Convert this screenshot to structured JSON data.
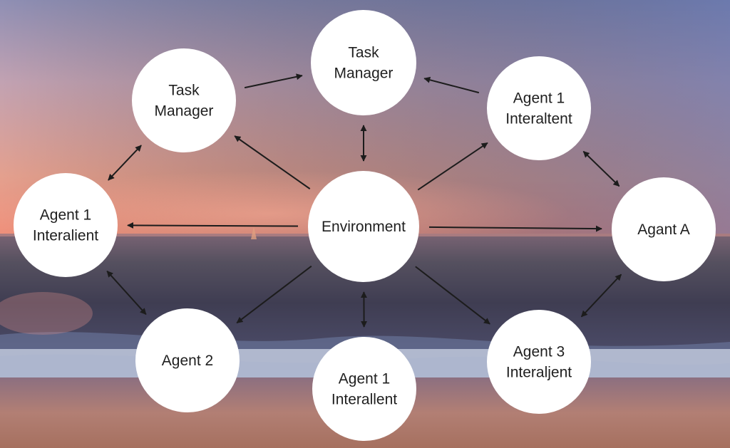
{
  "colors": {
    "sky_top": "#5e6f9c",
    "sky_mid": "#b7a3b6",
    "sky_horizon": "#e89a86",
    "sea_top": "#4f4a5f",
    "sea_mid": "#3c3a52",
    "sea_wave": "#7c86a8",
    "sand": "#b57e72",
    "node_fill": "#ffffff",
    "arrow": "#1c1c1c"
  },
  "nodes": [
    {
      "id": "env",
      "lines": [
        "Environment"
      ]
    },
    {
      "id": "tm_top",
      "lines": [
        "Task",
        "Manager"
      ]
    },
    {
      "id": "tm_left",
      "lines": [
        "Task",
        "Manager"
      ]
    },
    {
      "id": "agent1_topright",
      "lines": [
        "Agent 1",
        "Interaltent"
      ]
    },
    {
      "id": "agent1_left",
      "lines": [
        "Agent 1",
        "Interalient"
      ]
    },
    {
      "id": "agentA",
      "lines": [
        "Agant A"
      ]
    },
    {
      "id": "agent2",
      "lines": [
        "Agent 2"
      ]
    },
    {
      "id": "agent1_bottom",
      "lines": [
        "Agent 1",
        "Interallent"
      ]
    },
    {
      "id": "agent3",
      "lines": [
        "Agent 3",
        "Interaljent"
      ]
    }
  ],
  "edges": [
    {
      "from": "env",
      "to": "tm_top",
      "type": "both"
    },
    {
      "from": "env",
      "to": "tm_left",
      "type": "to"
    },
    {
      "from": "env",
      "to": "agent1_topright",
      "type": "to"
    },
    {
      "from": "env",
      "to": "agent1_left",
      "type": "to"
    },
    {
      "from": "env",
      "to": "agentA",
      "type": "to"
    },
    {
      "from": "env",
      "to": "agent2",
      "type": "to"
    },
    {
      "from": "env",
      "to": "agent1_bottom",
      "type": "both"
    },
    {
      "from": "env",
      "to": "agent3",
      "type": "to"
    },
    {
      "from": "tm_left",
      "to": "tm_top",
      "type": "to"
    },
    {
      "from": "agent1_topright",
      "to": "tm_top",
      "type": "to"
    },
    {
      "from": "tm_left",
      "to": "agent1_left",
      "type": "both"
    },
    {
      "from": "agent1_left",
      "to": "agent2",
      "type": "both"
    },
    {
      "from": "agent1_topright",
      "to": "agentA",
      "type": "both"
    },
    {
      "from": "agentA",
      "to": "agent3",
      "type": "both"
    }
  ]
}
